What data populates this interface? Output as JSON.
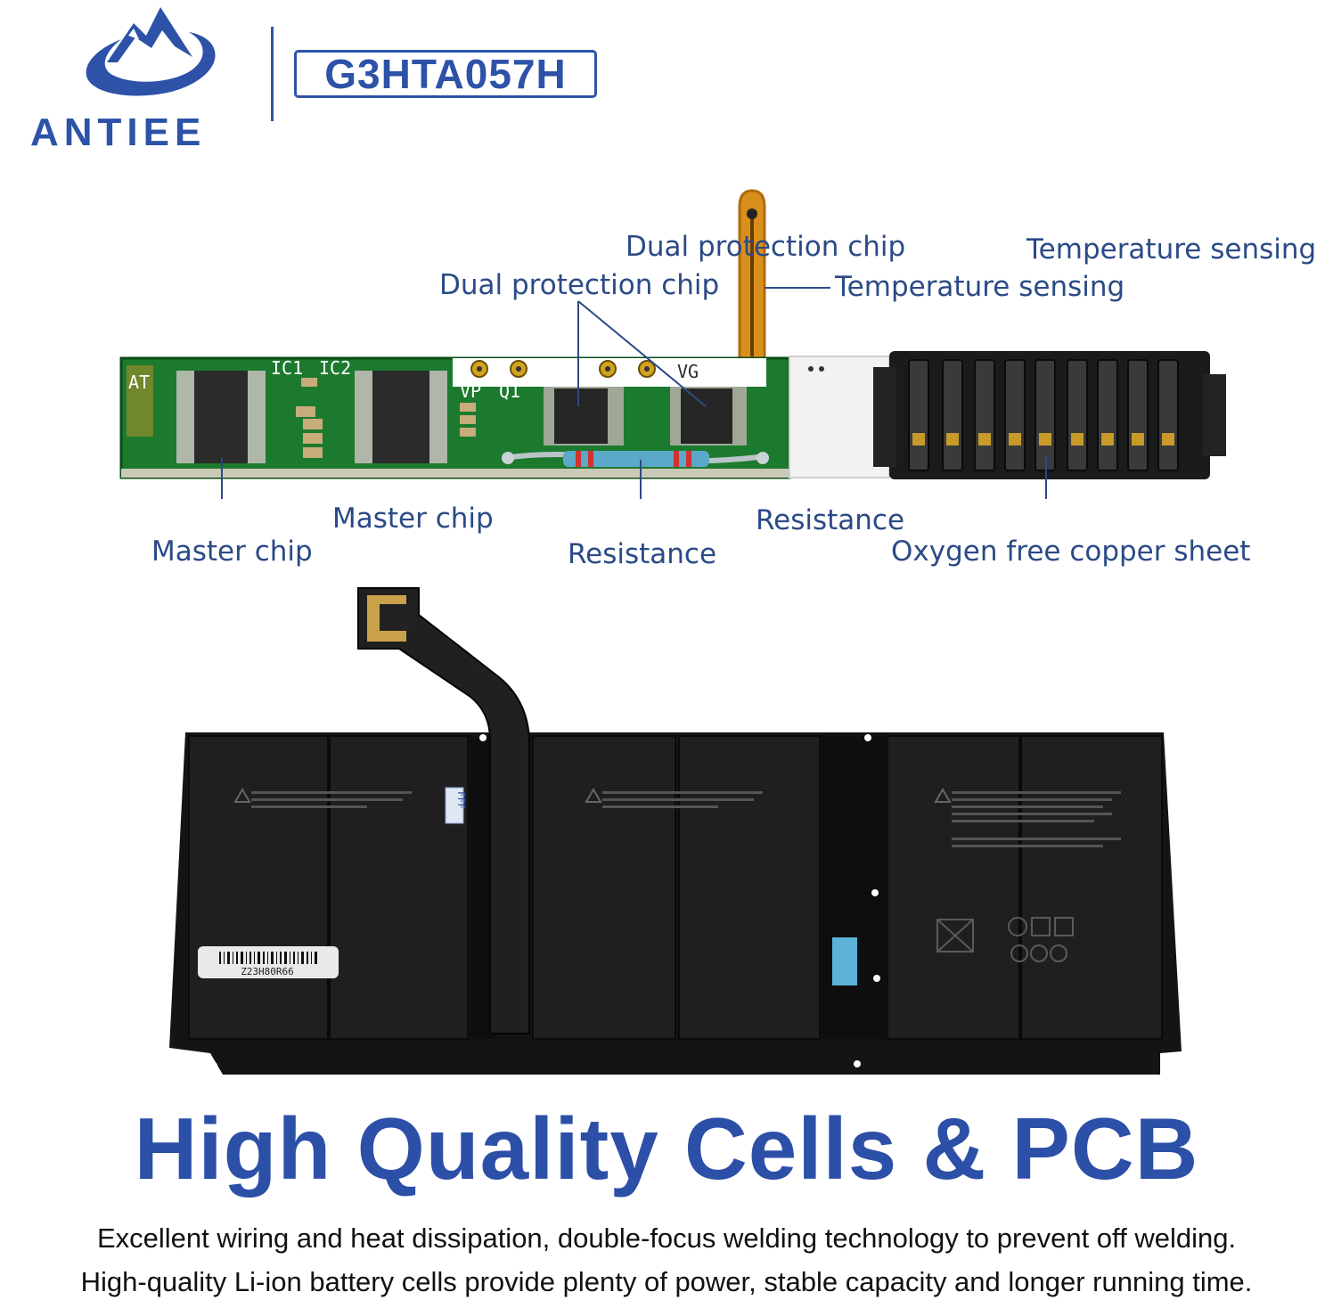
{
  "brand": {
    "name": "ANTIEE",
    "model": "G3HTA057H"
  },
  "callouts": {
    "dual_protection_a": "Dual protection chip",
    "dual_protection_b": "Dual protection chip",
    "temperature_a": "Temperature sensing",
    "temperature_b": "Temperature sensing",
    "master_a": "Master chip",
    "master_b": "Master chip",
    "resistance_a": "Resistance",
    "resistance_b": "Resistance",
    "copper": "Oxygen free copper sheet"
  },
  "pcb_labels": {
    "ic1": "IC1",
    "ic2": "IC2",
    "vp": "VP",
    "q1": "Q1",
    "at": "AT",
    "vg": "VG"
  },
  "battery": {
    "barcode": "Z23H80R66",
    "tag": "FFF"
  },
  "headline": "High Quality Cells & PCB",
  "description": [
    "Excellent wiring and heat dissipation, double-focus welding technology to prevent off welding.",
    "High-quality Li-ion battery cells provide plenty of power, stable capacity and longer running time."
  ],
  "colors": {
    "brand_blue": "#2d52a8",
    "callout_blue": "#2b4a86",
    "pcb_green": "#1c7a2e",
    "battery_black": "#141414"
  }
}
